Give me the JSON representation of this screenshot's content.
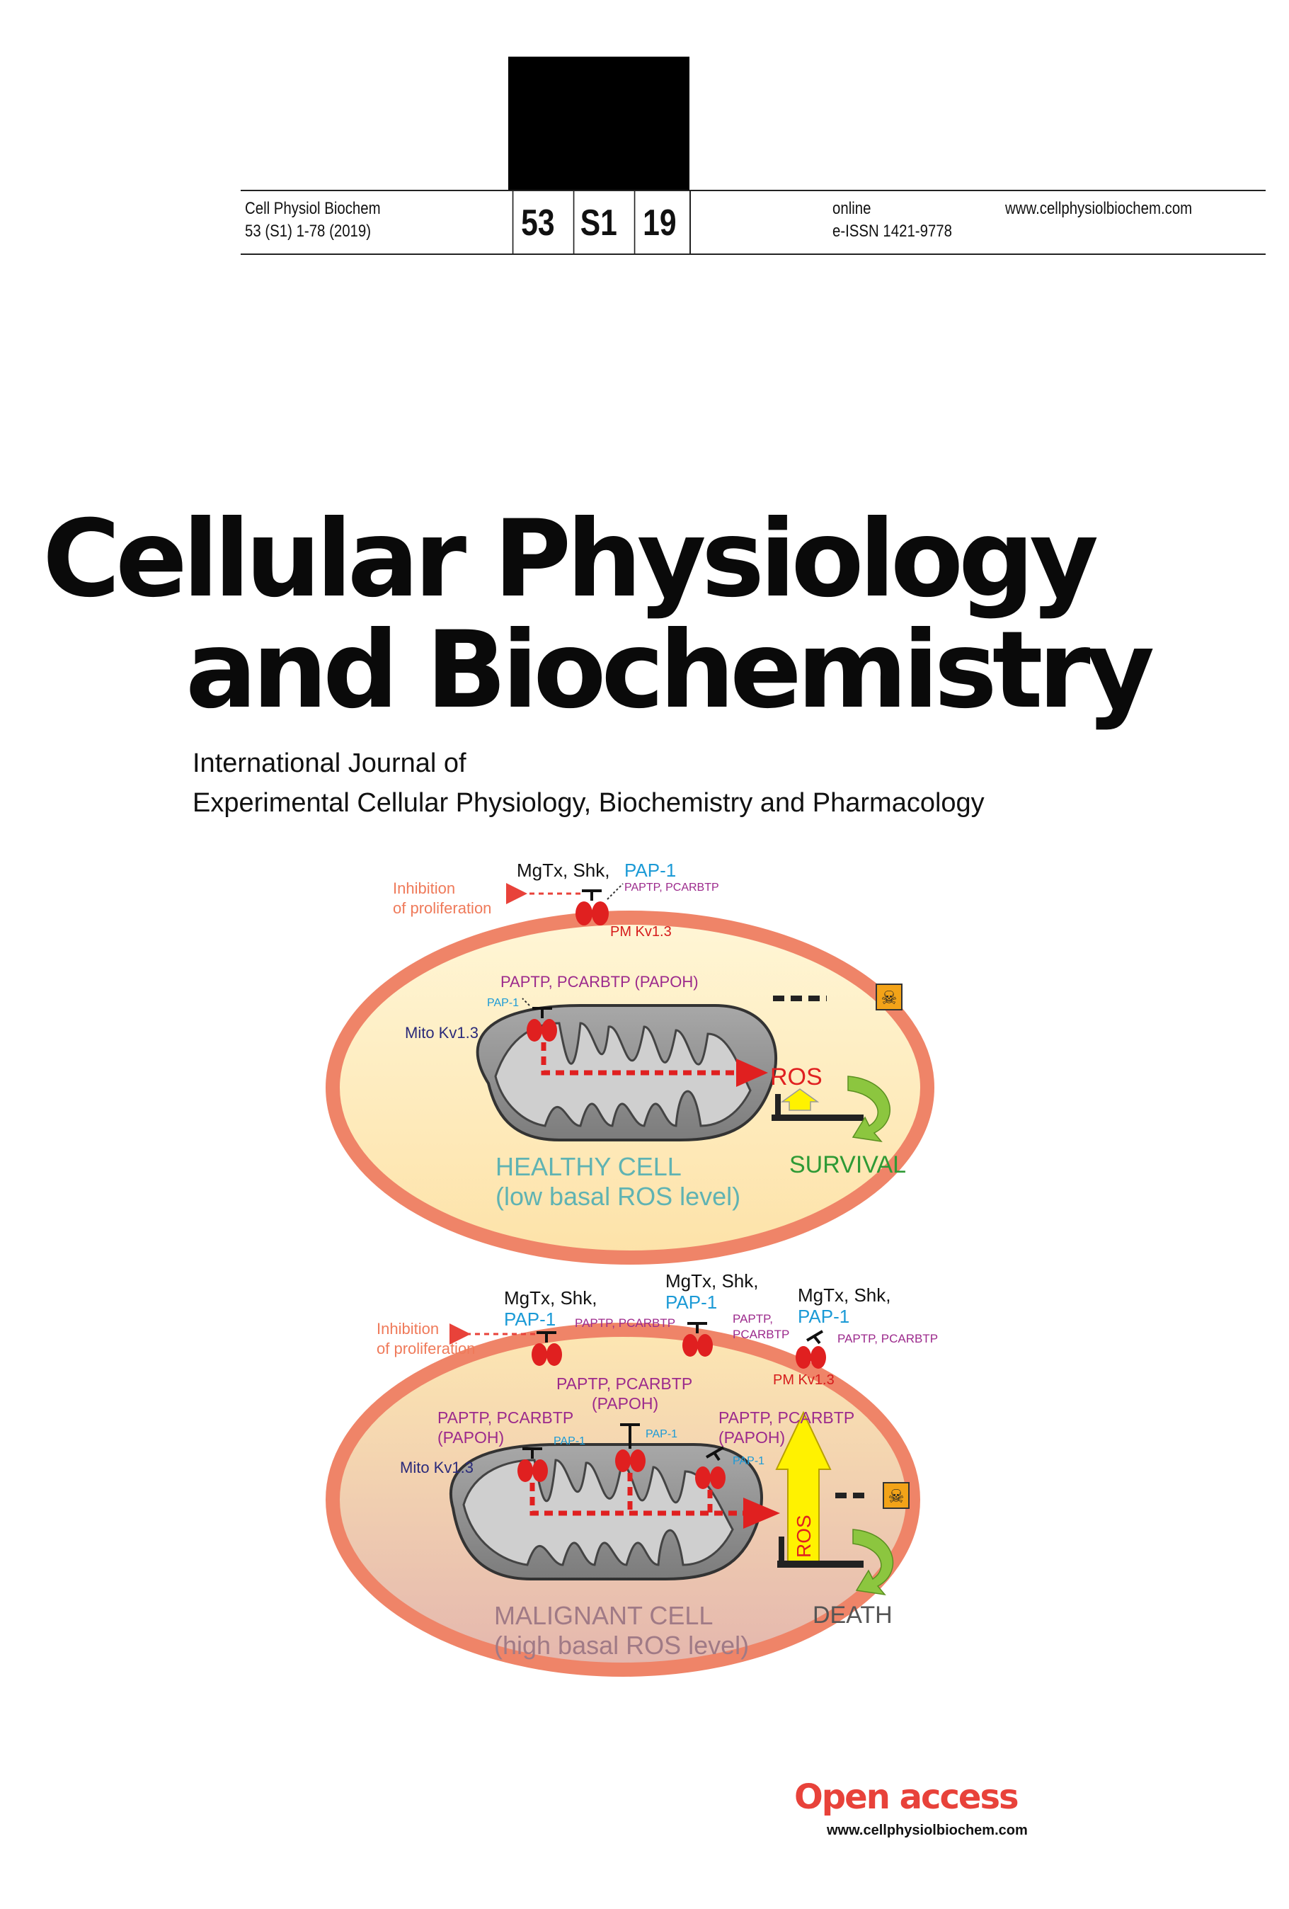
{
  "header": {
    "journal_abbrev": "Cell Physiol Biochem",
    "volume_info": "53 (S1) 1-78 (2019)",
    "box_volume": "53",
    "box_supplement": "S1",
    "box_year": "19",
    "online_label": "online",
    "issn": "e-ISSN 1421-9778",
    "website": "www.cellphysiolbiochem.com"
  },
  "title": {
    "line1": "Cellular Physiology",
    "line2": "and Biochemistry"
  },
  "subtitle": {
    "line1": "International Journal of",
    "line2": "Experimental Cellular Physiology, Biochemistry and Pharmacology"
  },
  "figure": {
    "healthy": {
      "inhibitor_top": "MgTx, Shk,",
      "pap1": "PAP-1",
      "paptp_small": "PAPTP, PCARBTP",
      "inhibition_line1": "Inhibition",
      "inhibition_line2": "of proliferation",
      "pm_kv": "PM Kv1.3",
      "mito_inhibitor": "PAPTP, PCARBTP (PAPOH)",
      "pap1_small": "PAP-1",
      "mito_kv": "Mito Kv1.3",
      "ros": "ROS",
      "survival": "SURVIVAL",
      "cell_label1": "HEALTHY CELL",
      "cell_label2": "(low basal ROS level)"
    },
    "malignant": {
      "inhibitor1_line1": "MgTx, Shk,",
      "inhibitor1_line2": "PAP-1",
      "inhibitor2_line1": "MgTx, Shk,",
      "inhibitor2_line2": "PAP-1",
      "inhibitor3_line1": "MgTx, Shk,",
      "inhibitor3_line2": "PAP-1",
      "paptp_a": "PAPTP, PCARBTP",
      "paptp_b1": "PAPTP,",
      "paptp_b2": "PCARBTP",
      "paptp_c": "PAPTP, PCARBTP",
      "inhibition_line1": "Inhibition",
      "inhibition_line2": "of proliferation",
      "pm_kv": "PM Kv1.3",
      "mito_a1": "PAPTP, PCARBTP",
      "mito_a2": "(PAPOH)",
      "mito_b1": "PAPTP, PCARBTP",
      "mito_b2": "(PAPOH)",
      "mito_c1": "PAPTP, PCARBTP",
      "mito_c2": "(PAPOH)",
      "pap1_a": "PAP-1",
      "pap1_b": "PAP-1",
      "pap1_c": "PAP-1",
      "mito_kv": "Mito Kv1.3",
      "ros": "ROS",
      "death": "DEATH",
      "cell_label1": "MALIGNANT CELL",
      "cell_label2": "(high basal ROS level)"
    }
  },
  "footer": {
    "open_access": "Open access",
    "url": "www.cellphysiolbiochem.com"
  },
  "colors": {
    "accent_red": "#e8423a",
    "pap1_blue": "#1b9ad6",
    "paptp_purple": "#9c2a8c",
    "survival_green": "#2e9a35"
  }
}
